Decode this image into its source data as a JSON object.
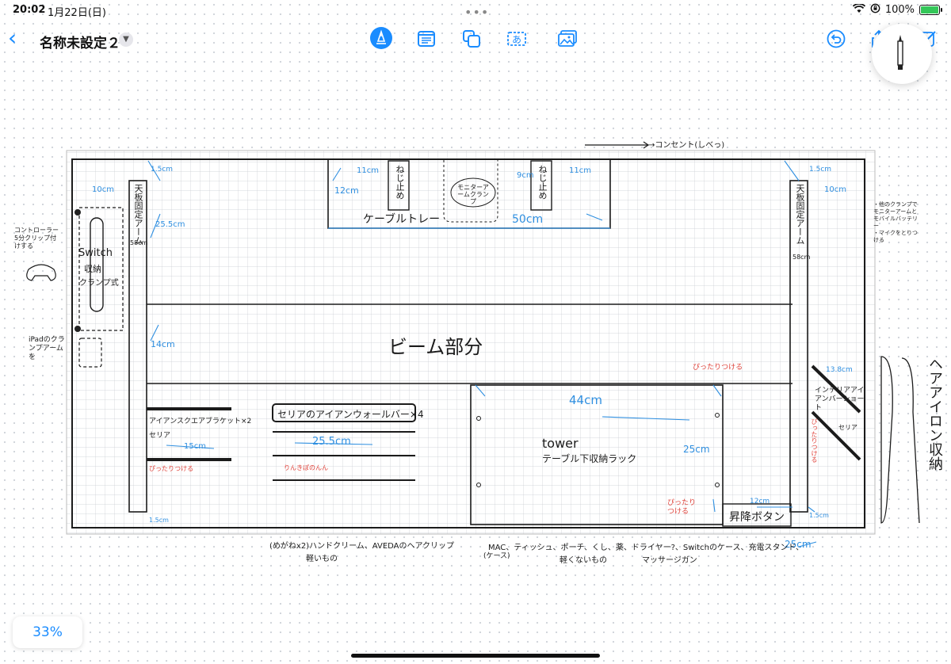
{
  "status": {
    "time": "20:02",
    "date": "1月22日(日)",
    "battery": "100%",
    "battery_level": 1.0
  },
  "toolbar": {
    "title": "名称未設定２",
    "icons": [
      "pen-tool-icon",
      "text-box-icon",
      "shapes-icon",
      "text-recognition-icon",
      "image-icon",
      "undo-icon",
      "share-icon",
      "edit-icon"
    ]
  },
  "zoom": "33%",
  "drawing": {
    "outlet": "→コンセント(しべっ)",
    "top_left_cm": "1.5cm",
    "left_gap": "10cm",
    "left_arm_label": "天板固定アーム",
    "left_arm_size": "58cm",
    "left_arm_height": "25.5cm",
    "switch_label": "Switch",
    "switch_sub1": "収納",
    "switch_sub2": "クランプ式",
    "controller_note": "コントローラー5分クリップ付けする",
    "ipad_note": "iPadのクランプアームを",
    "cable_tray_left_cm": "11cm",
    "cable_tray_height": "12cm",
    "screw_label": "ねじ止め",
    "monitor_clamp": "モニターアームクランプ",
    "cable_tray_label": "ケーブルトレー",
    "cable_tray_width": "50cm",
    "cable_tray_right_gap": "9cm",
    "cable_tray_right_cm": "11cm",
    "right_top_cm": "1.5cm",
    "right_gap": "10cm",
    "right_arm_label": "天板固定アーム",
    "right_arm_size": "58cm",
    "right_note1": "・他のクランプでモニターアームとモバイルバッテリー",
    "right_note2": "・マイクをとりつける",
    "beam_height": "14cm",
    "beam_label": "ビーム部分",
    "stick_label": "ぴったりつける",
    "bracket_label": "アイアンスクエアブラケット×2",
    "bracket_shop": "セリア",
    "bracket_width": "15cm",
    "bracket_note": "ぴったりつける",
    "wall_bar_label": "セリアのアイアンウォールバー×4",
    "wall_bar_width": "25.5cm",
    "wall_bar_note": "りんきぽのんん",
    "tower_width": "44cm",
    "tower_label": "tower",
    "tower_sub": "テーブル下収納ラック",
    "tower_height": "25cm",
    "interior_bar_length": "13.8cm",
    "interior_bar_label": "インテリアアイアンバーショート",
    "interior_bar_shop": "セリア",
    "interior_note": "ぴったりつける",
    "hair_iron_label": "ヘアアイロン収納",
    "lift_note": "ぴったりつける",
    "lift_width": "12cm",
    "lift_button": "昇降ボタン",
    "bottom_left_cm": "1.5cm",
    "bottom_right_cm": "1.5cm",
    "bottom_gap": "25cm",
    "under_left": "(めがねx2)ハンドクリーム、AVEDAのヘアクリップ",
    "under_left_2": "軽いもの",
    "under_right": "MAC、ティッシュ、ポーチ、くし、薬、ドライヤー?、Switchのケース、充電スタンド、",
    "under_right_case": "(ケース)",
    "under_right_2": "軽くないもの",
    "under_right_3": "マッサージガン"
  }
}
